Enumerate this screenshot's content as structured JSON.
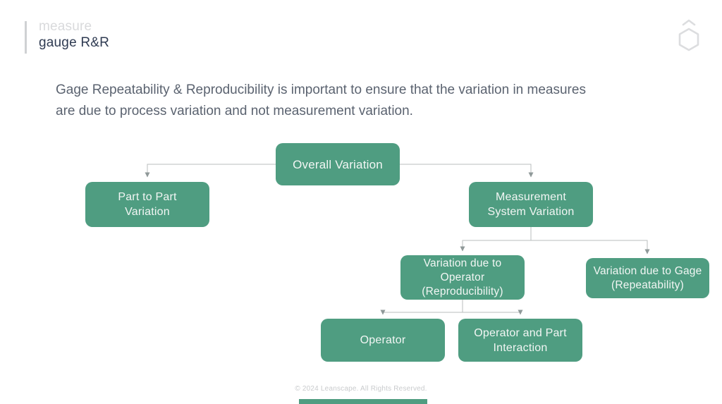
{
  "header": {
    "kicker": "measure",
    "title": "gauge R&R"
  },
  "intro": {
    "text": "Gage Repeatability & Reproducibility is important to ensure that the variation in measures\nare due to process variation and not measurement variation."
  },
  "diagram": {
    "type": "tree",
    "nodes": [
      {
        "id": "overall",
        "label": "Overall Variation",
        "parent": null
      },
      {
        "id": "part",
        "label": "Part to Part\nVariation",
        "parent": "overall"
      },
      {
        "id": "msv",
        "label": "Measurement\nSystem Variation",
        "parent": "overall"
      },
      {
        "id": "opvar",
        "label": "Variation due to\nOperator\n(Reproducibility)",
        "parent": "msv"
      },
      {
        "id": "gagevar",
        "label": "Variation due to Gage\n(Repeatability)",
        "parent": "msv"
      },
      {
        "id": "operator",
        "label": "Operator",
        "parent": "opvar"
      },
      {
        "id": "interaction",
        "label": "Operator and Part\nInteraction",
        "parent": "opvar"
      }
    ]
  },
  "footer": {
    "copyright": "© 2024 Leanscape. All Rights Reserved."
  },
  "icons": {
    "logo": "leanscape-hexagon-logo"
  },
  "colors": {
    "node_green": "#4f9d81",
    "connector_line": "#b9bebe",
    "arrowhead": "#8f9999",
    "title_dark": "#2f3b52",
    "kicker_gray": "#d9dadc",
    "body_text": "#5b6370",
    "footer_text": "#c9cbcd",
    "logo_gray": "#dcdddf",
    "accent_bar": "#cfd1d3"
  }
}
